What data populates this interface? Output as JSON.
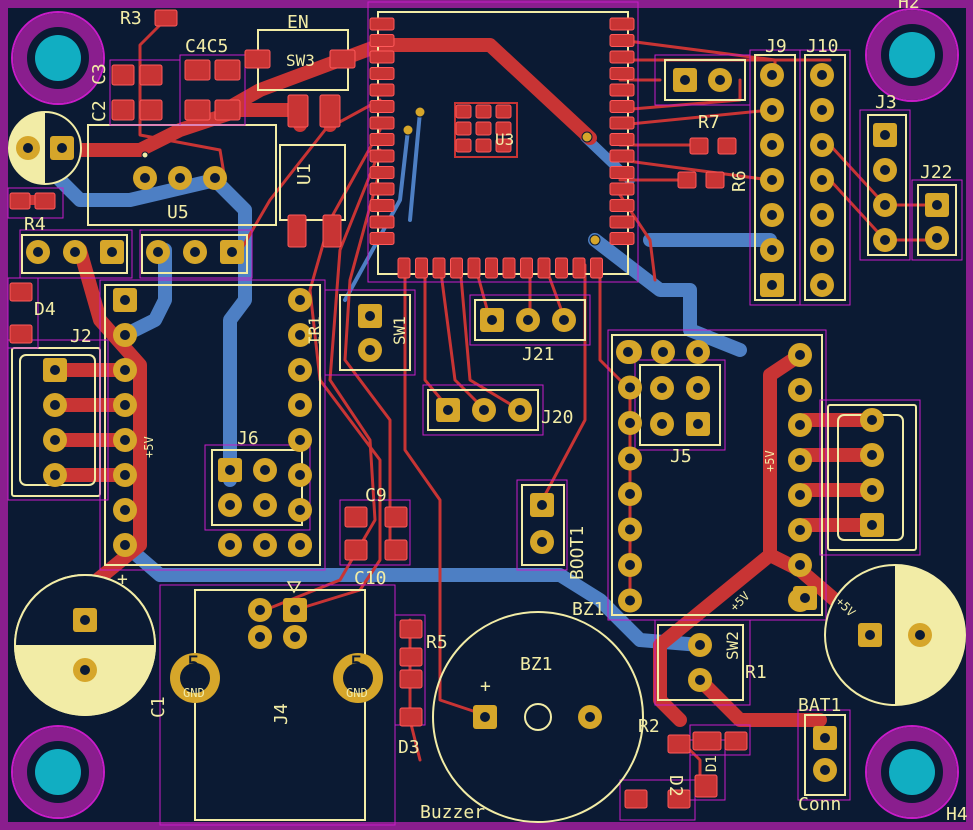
{
  "colors": {
    "board_bg": "#8a1e8e",
    "board": "#0b1a33",
    "copper_front": "#c83434",
    "copper_back": "#4d7fc4",
    "pad": "#d6a62a",
    "silk": "#f2eca6",
    "courtyard": "#c81cc8",
    "via": "#c8c8c8",
    "drill": "#11aec2",
    "fab": "#ff5a5a"
  },
  "labels": {
    "r3": "R3",
    "en": "EN",
    "c4c5": "C4C5",
    "c3": "C3",
    "c2": "C2",
    "sw3": "SW3",
    "u3": "U3",
    "j9": "J9",
    "j10": "J10",
    "h2": "H2",
    "r7": "R7",
    "r6": "R6",
    "j3": "J3",
    "j22": "J22",
    "r4": "R4",
    "u5": "U5",
    "u1": "U1",
    "d4": "D4",
    "j2": "J2",
    "ir1": "IR1",
    "sw1": "SW1",
    "j21": "J21",
    "j20": "J20",
    "j6": "J6",
    "j5": "J5",
    "c9": "C9",
    "c10": "C10",
    "boot1": "BOOT1",
    "bz1": "BZ1",
    "bz1_body": "BZ1",
    "r5": "R5",
    "d3": "D3",
    "r1": "R1",
    "sw2": "SW2",
    "r2": "R2",
    "d2": "D2",
    "d1": "D1",
    "bat1": "BAT1",
    "conn": "Conn",
    "buzzer": "Buzzer",
    "j4": "J4",
    "c1": "C1",
    "h4": "H4",
    "p5v_left": "+5V",
    "p5v_right": "+5V",
    "p5v_diag1": "+5V",
    "p5v_diag2": "+5V",
    "gnd": "GND",
    "five": "5",
    "plus": "+"
  }
}
